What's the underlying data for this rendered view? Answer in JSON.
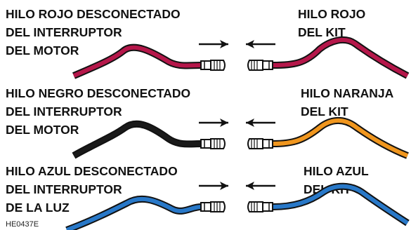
{
  "rows": [
    {
      "left_label": [
        "HILO ROJO DESCONECTADO",
        "DEL INTERRUPTOR",
        "DEL MOTOR"
      ],
      "right_label": [
        "HILO ROJO",
        "DEL KIT"
      ],
      "left_wire_color": "#b5174a",
      "right_wire_color": "#b5174a"
    },
    {
      "left_label": [
        "HILO NEGRO DESCONECTADO",
        "DEL INTERRUPTOR",
        "DEL MOTOR"
      ],
      "right_label": [
        "HILO NARANJA",
        "DEL KIT"
      ],
      "left_wire_color": "#1a1a1a",
      "right_wire_color": "#f0961e"
    },
    {
      "left_label": [
        "HILO AZUL DESCONECTADO",
        "DEL INTERRUPTOR",
        "DE LA LUZ"
      ],
      "right_label": [
        "HILO AZUL",
        "DEL KIT"
      ],
      "left_wire_color": "#2878c8",
      "right_wire_color": "#2878c8"
    }
  ],
  "figure_code": "HE0437E"
}
